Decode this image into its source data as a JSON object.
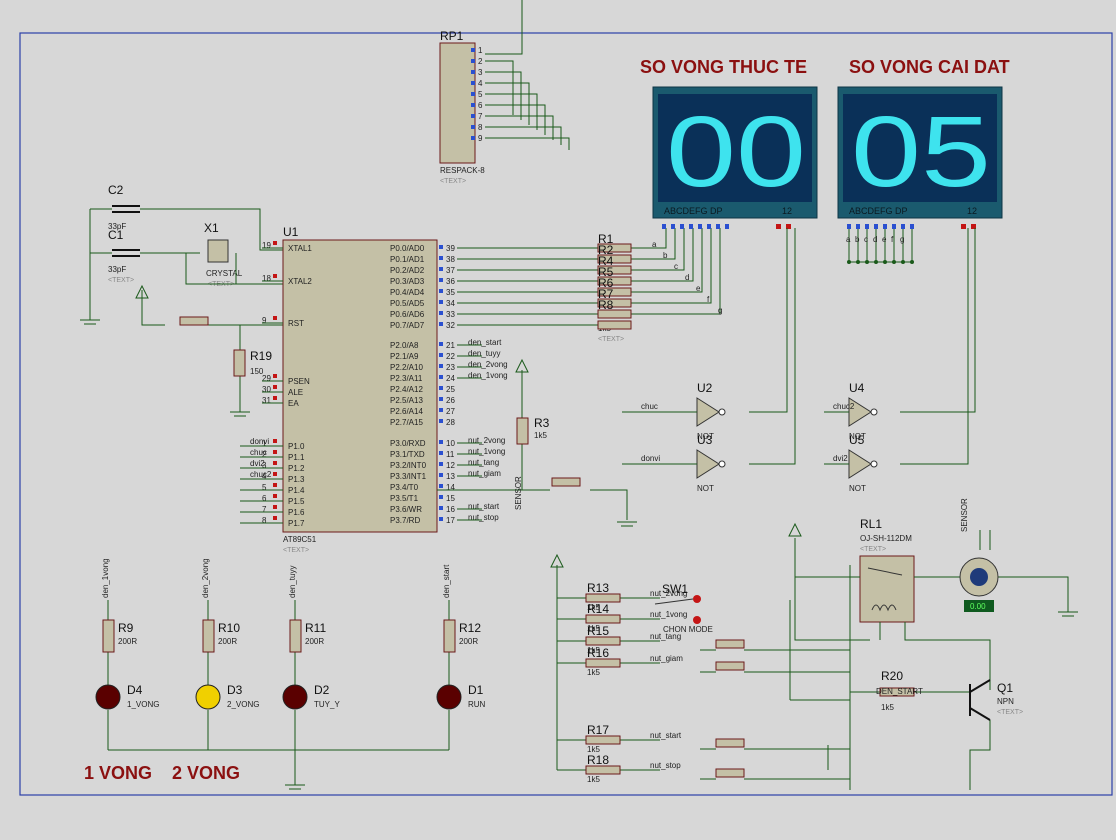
{
  "headings": {
    "actual_laps": "SO VONG THUC TE",
    "set_laps": "SO VONG CAI DAT",
    "one_lap": "1 VONG",
    "two_laps": "2 VONG"
  },
  "displays": {
    "actual_value": "00",
    "set_value": "05",
    "segment_label": "ABCDEFG  DP",
    "digit_select_label": "12"
  },
  "text_placeholder": "<TEXT>",
  "rp1": {
    "ref": "RP1",
    "part": "RESPACK-8",
    "pins": [
      "1",
      "2",
      "3",
      "4",
      "5",
      "6",
      "7",
      "8",
      "9"
    ]
  },
  "crystal": {
    "c2_ref": "C2",
    "c2_val": "33pF",
    "c1_ref": "C1",
    "c1_val": "33pF",
    "x1_ref": "X1",
    "x1_part": "CRYSTAL"
  },
  "mcu": {
    "ref": "U1",
    "part": "AT89C51",
    "left_pins": [
      {
        "num": "19",
        "name": "XTAL1"
      },
      {
        "num": "18",
        "name": "XTAL2"
      },
      {
        "num": "9",
        "name": "RST"
      },
      {
        "num": "29",
        "name": "PSEN"
      },
      {
        "num": "30",
        "name": "ALE"
      },
      {
        "num": "31",
        "name": "EA"
      },
      {
        "num": "1",
        "name": "P1.0"
      },
      {
        "num": "2",
        "name": "P1.1"
      },
      {
        "num": "3",
        "name": "P1.2"
      },
      {
        "num": "4",
        "name": "P1.3"
      },
      {
        "num": "5",
        "name": "P1.4"
      },
      {
        "num": "6",
        "name": "P1.5"
      },
      {
        "num": "7",
        "name": "P1.6"
      },
      {
        "num": "8",
        "name": "P1.7"
      }
    ],
    "right_pins": [
      {
        "num": "39",
        "name": "P0.0/AD0"
      },
      {
        "num": "38",
        "name": "P0.1/AD1"
      },
      {
        "num": "37",
        "name": "P0.2/AD2"
      },
      {
        "num": "36",
        "name": "P0.3/AD3"
      },
      {
        "num": "35",
        "name": "P0.4/AD4"
      },
      {
        "num": "34",
        "name": "P0.5/AD5"
      },
      {
        "num": "33",
        "name": "P0.6/AD6"
      },
      {
        "num": "32",
        "name": "P0.7/AD7"
      },
      {
        "num": "21",
        "name": "P2.0/A8"
      },
      {
        "num": "22",
        "name": "P2.1/A9"
      },
      {
        "num": "23",
        "name": "P2.2/A10"
      },
      {
        "num": "24",
        "name": "P2.3/A11"
      },
      {
        "num": "25",
        "name": "P2.4/A12"
      },
      {
        "num": "26",
        "name": "P2.5/A13"
      },
      {
        "num": "27",
        "name": "P2.6/A14"
      },
      {
        "num": "28",
        "name": "P2.7/A15"
      },
      {
        "num": "10",
        "name": "P3.0/RXD"
      },
      {
        "num": "11",
        "name": "P3.1/TXD"
      },
      {
        "num": "12",
        "name": "P3.2/INT0"
      },
      {
        "num": "13",
        "name": "P3.3/INT1"
      },
      {
        "num": "14",
        "name": "P3.4/T0"
      },
      {
        "num": "15",
        "name": "P3.5/T1"
      },
      {
        "num": "16",
        "name": "P3.6/WR"
      },
      {
        "num": "17",
        "name": "P3.7/RD"
      }
    ],
    "p1_nets": [
      "donvi",
      "chuc",
      "dvi2",
      "chuc2"
    ],
    "p2_nets": [
      "den_start",
      "den_tuyy",
      "den_2vong",
      "den_1vong"
    ],
    "p3_nets": [
      "nut_2vong",
      "nut_1vong",
      "nut_tang",
      "nut_giam",
      "",
      "",
      "nut_start",
      "nut_stop"
    ]
  },
  "resistors": {
    "r1_ref": "R1",
    "r_bank_refs": [
      "R2",
      "R4",
      "R5",
      "R6",
      "R7",
      "R8"
    ],
    "r1_val": "1k5",
    "segments": [
      "a",
      "b",
      "c",
      "d",
      "e",
      "f",
      "g"
    ],
    "r19_ref": "R19",
    "r19_val": "150",
    "r3_ref": "R3",
    "r3_val": "1k5",
    "sensor": "SENSOR",
    "led_res": [
      {
        "ref": "R9",
        "val": "200R",
        "net": "den_1vong"
      },
      {
        "ref": "R10",
        "val": "200R",
        "net": "den_2vong"
      },
      {
        "ref": "R11",
        "val": "200R",
        "net": "den_tuyy"
      },
      {
        "ref": "R12",
        "val": "200R",
        "net": "den_start"
      }
    ],
    "leds": [
      {
        "ref": "D4",
        "label": "1_VONG"
      },
      {
        "ref": "D3",
        "label": "2_VONG"
      },
      {
        "ref": "D2",
        "label": "TUY_Y"
      },
      {
        "ref": "D1",
        "label": "RUN"
      }
    ],
    "button_res": [
      {
        "ref": "R13",
        "val": "1k5",
        "net": "nut_2vong"
      },
      {
        "ref": "R14",
        "val": "1k5",
        "net": "nut_1vong"
      },
      {
        "ref": "R15",
        "val": "1k5",
        "net": "nut_tang"
      },
      {
        "ref": "R16",
        "val": "1k5",
        "net": "nut_giam"
      },
      {
        "ref": "R17",
        "val": "1k5",
        "net": "nut_start"
      },
      {
        "ref": "R18",
        "val": "1k5",
        "net": "nut_stop"
      }
    ],
    "r20_ref": "R20",
    "r20_val": "1k5",
    "r20_net": "DEN_START"
  },
  "gates": [
    {
      "ref": "U2",
      "type": "NOT",
      "net": "chuc"
    },
    {
      "ref": "U3",
      "type": "NOT",
      "net": "donvi"
    },
    {
      "ref": "U4",
      "type": "NOT",
      "net": "chuc2"
    },
    {
      "ref": "U5",
      "type": "NOT",
      "net": "dvi2"
    }
  ],
  "switch": {
    "ref": "SW1",
    "label": "CHON MODE"
  },
  "relay": {
    "ref": "RL1",
    "part": "OJ-SH-112DM"
  },
  "transistor": {
    "ref": "Q1",
    "type": "NPN"
  },
  "motor": {
    "label": "SENSOR",
    "value": "0.00"
  },
  "colors": {
    "wire": "#1a5a1a",
    "display_frame": "#1a5a6e",
    "display_bg": "#0a3058",
    "segment_on": "#3ee3ee",
    "heading": "#8b1010",
    "body": "#c4c0a6"
  }
}
